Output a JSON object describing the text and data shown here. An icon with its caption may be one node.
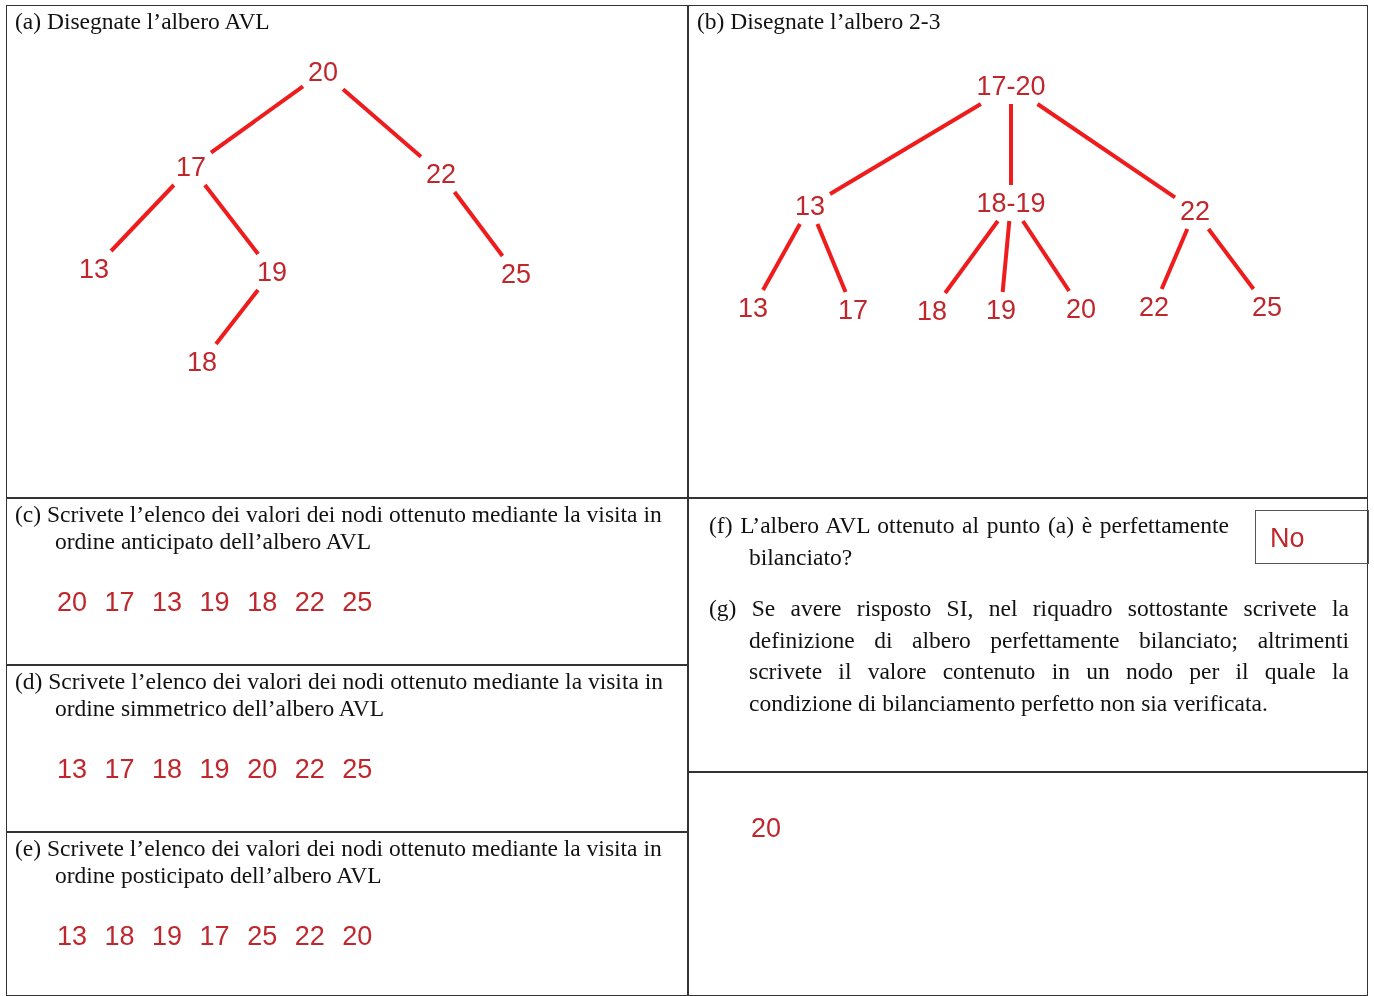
{
  "diagram": {
    "nodes": [
      {
        "text": [
          "(a) Disegnate l’albero AVL"
        ]
      },
      {
        "text": [
          "20"
        ],
        "in": 0
      },
      {
        "text": [
          "17"
        ],
        "in": 0
      },
      {
        "text": [
          "22"
        ],
        "in": 0
      },
      {
        "text": [
          "13"
        ],
        "in": 0
      },
      {
        "text": [
          "19"
        ],
        "in": 0
      },
      {
        "text": [
          "25"
        ],
        "in": 0
      },
      {
        "text": [
          "18"
        ],
        "in": 0
      },
      {
        "text": [
          "(b) Disegnate l’albero 2-3"
        ]
      },
      {
        "text": [
          "17-20"
        ],
        "in": 8
      },
      {
        "text": [
          "13"
        ],
        "in": 8
      },
      {
        "text": [
          "18-19"
        ],
        "in": 8
      },
      {
        "text": [
          "22"
        ],
        "in": 8
      },
      {
        "text": [
          "13"
        ],
        "in": 8
      },
      {
        "text": [
          "17"
        ],
        "in": 8
      },
      {
        "text": [
          "18"
        ],
        "in": 8
      },
      {
        "text": [
          "19"
        ],
        "in": 8
      },
      {
        "text": [
          "20"
        ],
        "in": 8
      },
      {
        "text": [
          "22"
        ],
        "in": 8
      },
      {
        "text": [
          "25"
        ],
        "in": 8
      },
      {
        "text": [
          "(c) Scrivete l’elenco dei valori dei nodi ottenuto mediante la visita in ordine anticipato dell’albero AVL",
          "20 17 13 19 18 22 25"
        ]
      },
      {
        "text": [
          "(d) Scrivete l’elenco dei valori dei nodi ottenuto mediante la visita in ordine simmetrico dell’albero AVL",
          "13 17 18 19 20 22 25"
        ]
      },
      {
        "text": [
          "(e) Scrivete l’elenco dei valori dei nodi ottenuto mediante la visita in ordine posticipato dell’albero AVL",
          "13 18 19 17 25 22 20"
        ]
      },
      {
        "text": [
          "(f) L’albero AVL ottenuto al punto (a) è perfettamente bilanciato?",
          "(g) Se avere risposto SI, nel riquadro sottostante scrivete la definizione di albero perfettamente bilanciato; altrimenti scrivete il valore contenuto in un nodo per il quale la condizione di bilanciamento perfetto non sia verificata."
        ]
      },
      {
        "text": [
          "No"
        ],
        "in": 23
      },
      {
        "text": [
          "20"
        ]
      }
    ],
    "edges": [
      {
        "from": 1,
        "to": 2,
        "arrow": "none"
      },
      {
        "from": 1,
        "to": 3,
        "arrow": "none"
      },
      {
        "from": 2,
        "to": 4,
        "arrow": "none"
      },
      {
        "from": 2,
        "to": 5,
        "arrow": "none"
      },
      {
        "from": 3,
        "to": 6,
        "arrow": "none"
      },
      {
        "from": 5,
        "to": 7,
        "arrow": "none"
      },
      {
        "from": 9,
        "to": 10,
        "arrow": "none"
      },
      {
        "from": 9,
        "to": 11,
        "arrow": "none"
      },
      {
        "from": 9,
        "to": 12,
        "arrow": "none"
      },
      {
        "from": 10,
        "to": 13,
        "arrow": "none"
      },
      {
        "from": 10,
        "to": 14,
        "arrow": "none"
      },
      {
        "from": 11,
        "to": 15,
        "arrow": "none"
      },
      {
        "from": 11,
        "to": 16,
        "arrow": "none"
      },
      {
        "from": 11,
        "to": 17,
        "arrow": "none"
      },
      {
        "from": 12,
        "to": 18,
        "arrow": "none"
      },
      {
        "from": 12,
        "to": 19,
        "arrow": "none"
      }
    ]
  }
}
